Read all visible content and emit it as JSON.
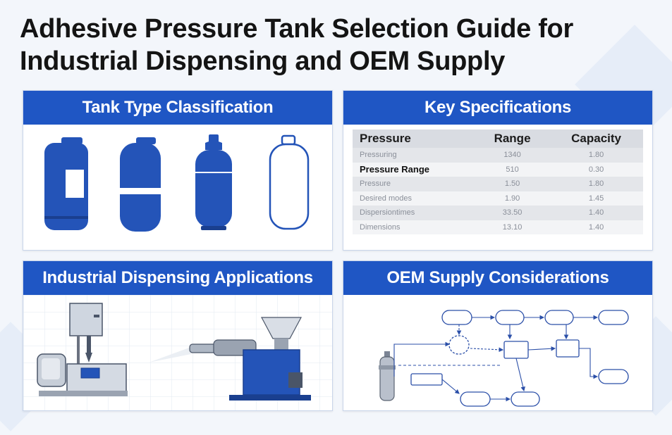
{
  "title": "Adhesive Pressure Tank Selection Guide for Industrial Dispensing and OEM Supply",
  "colors": {
    "accent": "#1f56c4",
    "tank_blue": "#2454b8",
    "header_text": "#ffffff"
  },
  "panels": {
    "tank_types": {
      "header": "Tank Type Classification"
    },
    "specs": {
      "header": "Key Specifications",
      "columns": [
        "Pressure",
        "Range",
        "Capacity"
      ],
      "rows": [
        [
          "Pressuring",
          "1340",
          "1.80"
        ],
        [
          "Pressure Range",
          "510",
          "0.30"
        ],
        [
          "Pressure",
          "1.50",
          "1.80"
        ],
        [
          "Desired modes",
          "1.90",
          "1.45"
        ],
        [
          "Dispersiontimes",
          "33.50",
          "1.40"
        ],
        [
          "Dimensions",
          "13.10",
          "1.40"
        ]
      ]
    },
    "applications": {
      "header": "Industrial Dispensing Applications"
    },
    "oem": {
      "header": "OEM Supply Considerations"
    }
  }
}
